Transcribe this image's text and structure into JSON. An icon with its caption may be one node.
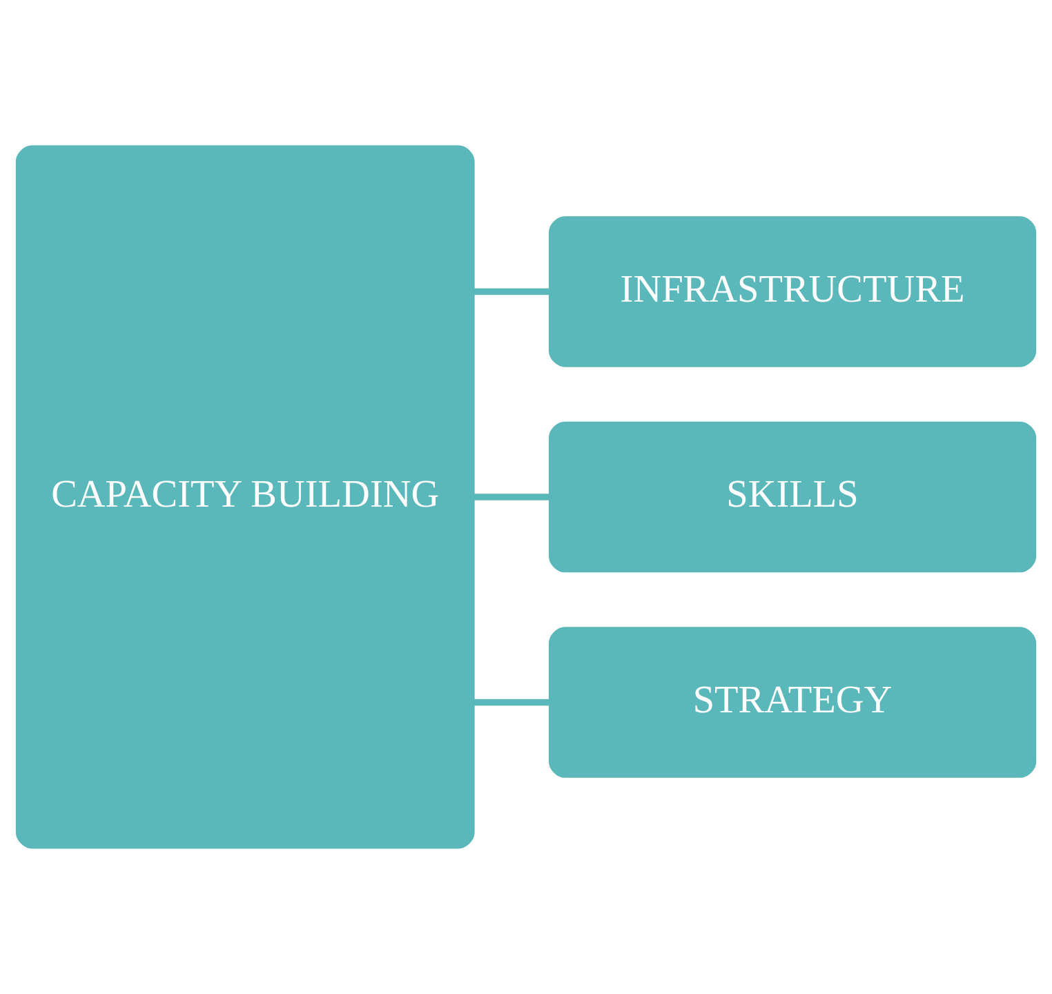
{
  "diagram": {
    "nodes": [
      {
        "text": [
          "CAPACITY BUILDING"
        ]
      },
      {
        "text": [
          "INFRASTRUCTURE"
        ]
      },
      {
        "text": [
          "SKILLS"
        ]
      },
      {
        "text": [
          "STRATEGY"
        ]
      }
    ],
    "edges": [
      {
        "from": 0,
        "to": 1,
        "arrow": "none"
      },
      {
        "from": 0,
        "to": 2,
        "arrow": "none"
      },
      {
        "from": 0,
        "to": 3,
        "arrow": "none"
      }
    ]
  }
}
